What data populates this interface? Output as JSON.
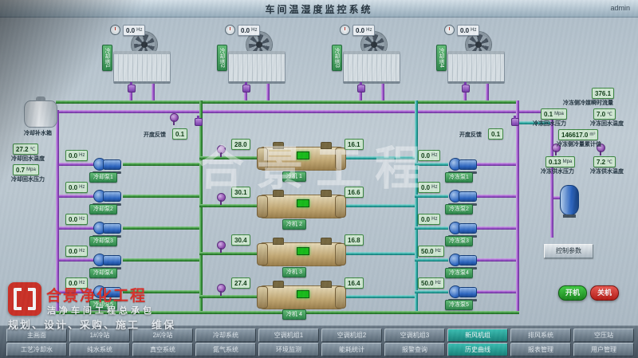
{
  "header": {
    "title": "车间温湿度监控系统",
    "user": "admin"
  },
  "cooling_towers": [
    {
      "name": "冷却塔1",
      "hz": "0.0",
      "unit": "Hz"
    },
    {
      "name": "冷却塔2",
      "hz": "0.0",
      "unit": "Hz"
    },
    {
      "name": "冷却塔3",
      "hz": "0.0",
      "unit": "Hz"
    },
    {
      "name": "冷却塔4",
      "hz": "0.0",
      "unit": "Hz"
    }
  ],
  "tank": {
    "label": "冷却补水箱"
  },
  "cooling_sensors": {
    "return_temp": {
      "value": "27.2",
      "unit": "℃",
      "label": "冷却回水温度"
    },
    "return_pressure": {
      "value": "0.7",
      "unit": "Mpa",
      "label": "冷却回水压力"
    }
  },
  "valve_left": {
    "label": "开度反馈",
    "value": "0.1"
  },
  "valve_right": {
    "label": "开度反馈",
    "value": "0.1"
  },
  "pumps_left": [
    {
      "name": "冷却泵1",
      "hz": "0.0",
      "unit": "Hz"
    },
    {
      "name": "冷却泵2",
      "hz": "0.0",
      "unit": "Hz"
    },
    {
      "name": "冷却泵3",
      "hz": "0.0",
      "unit": "Hz"
    },
    {
      "name": "冷却泵4",
      "hz": "0.0",
      "unit": "Hz"
    },
    {
      "name": "冷却泵5",
      "hz": "0.0",
      "unit": "Hz"
    }
  ],
  "pumps_right": [
    {
      "name": "冷冻泵1",
      "hz": "0.0",
      "unit": "Hz"
    },
    {
      "name": "冷冻泵2",
      "hz": "0.0",
      "unit": "Hz"
    },
    {
      "name": "冷冻泵3",
      "hz": "0.0",
      "unit": "Hz"
    },
    {
      "name": "冷冻泵4",
      "hz": "50.0",
      "unit": "Hz"
    },
    {
      "name": "冷冻泵5",
      "hz": "50.0",
      "unit": "Hz"
    }
  ],
  "chillers": [
    {
      "name": "冷机 1",
      "t_in": "28.0",
      "t_out": "16.1"
    },
    {
      "name": "冷机 2",
      "t_in": "30.1",
      "t_out": "16.6"
    },
    {
      "name": "冷机 3",
      "t_in": "30.4",
      "t_out": "16.8"
    },
    {
      "name": "冷机 4",
      "t_in": "27.4",
      "t_out": "16.4"
    }
  ],
  "chilled_sensors": {
    "flow": {
      "value": "376.1",
      "unit": "",
      "label": "冷冻侧冷媒瞬时流量"
    },
    "return_pressure": {
      "value": "0.1",
      "unit": "Mpa",
      "label": "冷冻回水压力"
    },
    "return_temp": {
      "value": "7.0",
      "unit": "℃",
      "label": "冷冻回水温度"
    },
    "energy_total": {
      "value": "146617.0",
      "unit": "m³",
      "label": "冷冻侧冷量累计值"
    },
    "supply_pressure": {
      "value": "0.13",
      "unit": "Mpa",
      "label": "冷冻供水压力"
    },
    "supply_temp": {
      "value": "7.2",
      "unit": "℃",
      "label": "冷冻供水温度"
    }
  },
  "controls": {
    "params": "控制参数",
    "start": "开机",
    "stop": "关机"
  },
  "nav": {
    "row1": [
      "主画面",
      "1#冷站",
      "2#冷站",
      "冷却系统",
      "空调机组1",
      "空调机组2",
      "空调机组3",
      "新风机组",
      "排风系统",
      "空压站"
    ],
    "row2": [
      "工艺冷却水",
      "纯水系统",
      "真空系统",
      "氮气系统",
      "环境监测",
      "能耗统计",
      "报警查询",
      "历史曲线",
      "报表管理",
      "用户管理"
    ]
  },
  "branding": {
    "watermark": "合景工程",
    "company": "合景净化工程",
    "tagline": "洁净车间工程总承包",
    "slogan": "规划、设计、采购、施工　维保"
  }
}
